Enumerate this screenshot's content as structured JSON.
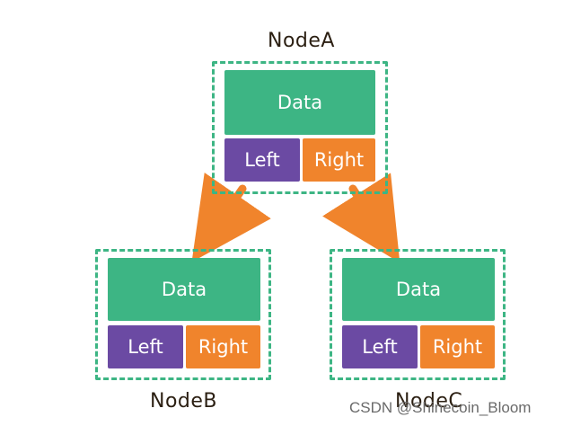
{
  "colors": {
    "data_fill": "#3db584",
    "left_fill": "#6b4aa3",
    "right_fill": "#f0842c",
    "arrow": "#f0842c",
    "dashed_border": "#3db584"
  },
  "nodes": {
    "a": {
      "title": "NodeA",
      "data": "Data",
      "left": "Left",
      "right": "Right"
    },
    "b": {
      "title": "NodeB",
      "data": "Data",
      "left": "Left",
      "right": "Right"
    },
    "c": {
      "title": "NodeC",
      "data": "Data",
      "left": "Left",
      "right": "Right"
    }
  },
  "edges": [
    {
      "from": "NodeA.Left",
      "to": "NodeB"
    },
    {
      "from": "NodeA.Right",
      "to": "NodeC"
    }
  ],
  "watermark": "CSDN @Shinecoin_Bloom"
}
